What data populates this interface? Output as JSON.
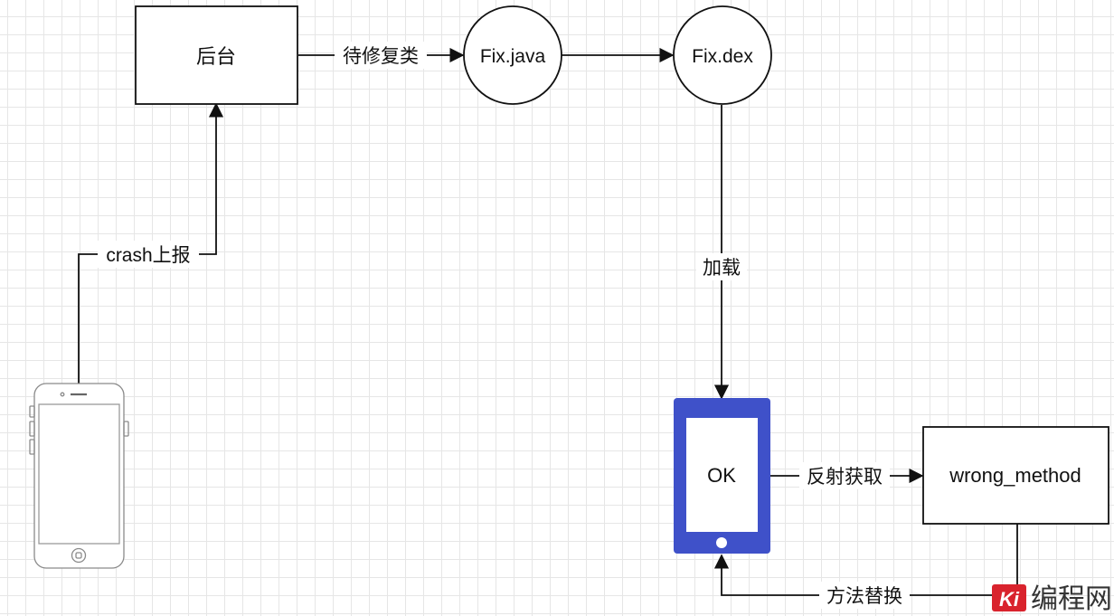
{
  "nodes": {
    "backend": "后台",
    "fix_java": "Fix.java",
    "fix_dex": "Fix.dex",
    "ok_device": "OK",
    "wrong_method": "wrong_method"
  },
  "edges": {
    "pending_fix": "待修复类",
    "crash_report": "crash上报",
    "load": "加载",
    "reflect_get": "反射获取",
    "method_replace": "方法替换"
  },
  "watermark": {
    "logo": "Ki",
    "text": "编程网"
  },
  "colors": {
    "accent_device": "#3F51C9",
    "stroke": "#111111",
    "grid": "#e6e6e6",
    "watermark_red": "#d9232d"
  }
}
